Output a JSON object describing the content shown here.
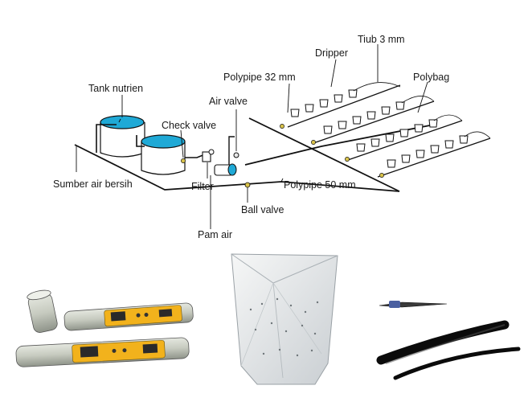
{
  "diagram": {
    "labels": {
      "tank_nutrien": "Tank nutrien",
      "check_valve": "Check valve",
      "air_valve": "Air valve",
      "filter": "Filter",
      "sumber_air_bersih": "Sumber air bersih",
      "pam_air": "Pam air",
      "ball_valve": "Ball valve",
      "polypipe_50": "Polypipe 50 mm",
      "polypipe_32": "Polypipe 32 mm",
      "dripper": "Dripper",
      "tiub_3mm": "Tiub 3 mm",
      "polybag": "Polybag"
    },
    "colors": {
      "tank_water": "#1fa9d6",
      "line": "#111111",
      "fitting": "#d8c24a",
      "meter_yellow": "#f2b21c",
      "meter_grey": "#c9cdc2"
    },
    "photos": [
      "ph-meter-icon",
      "polybag-icon",
      "drip-tube-icon"
    ]
  }
}
